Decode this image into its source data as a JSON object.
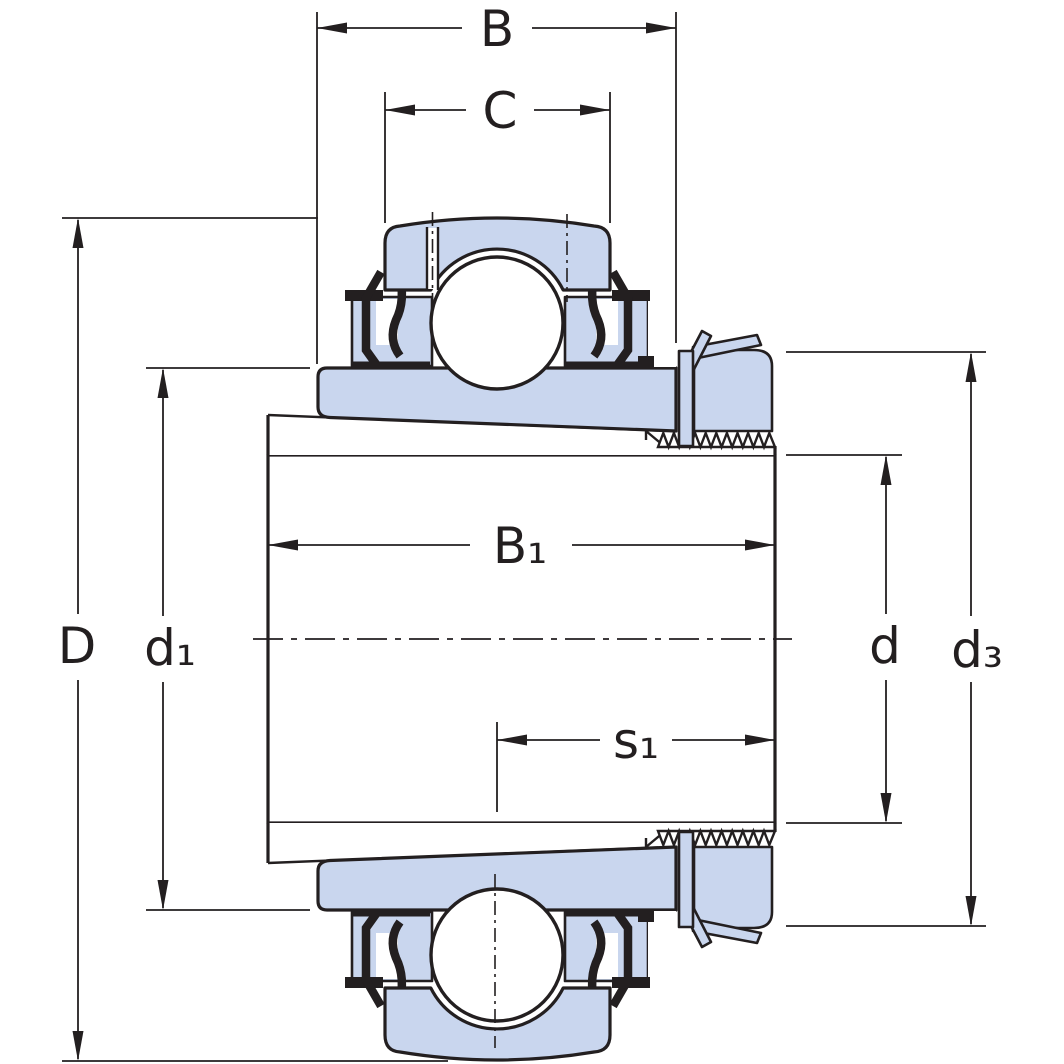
{
  "diagram": {
    "kind": "bearing-cross-section-technical-drawing",
    "background": "#ffffff",
    "part_fill": "#c9d6ee",
    "line_color": "#231f20",
    "labels": {
      "total_width": "B",
      "outer_ring_width": "C",
      "outer_diameter": "D",
      "flange_diameter": "d₁",
      "sleeve_width": "B₁",
      "locating_width": "s₁",
      "shaft_diameter": "d",
      "thread_diameter": "d₃"
    }
  }
}
